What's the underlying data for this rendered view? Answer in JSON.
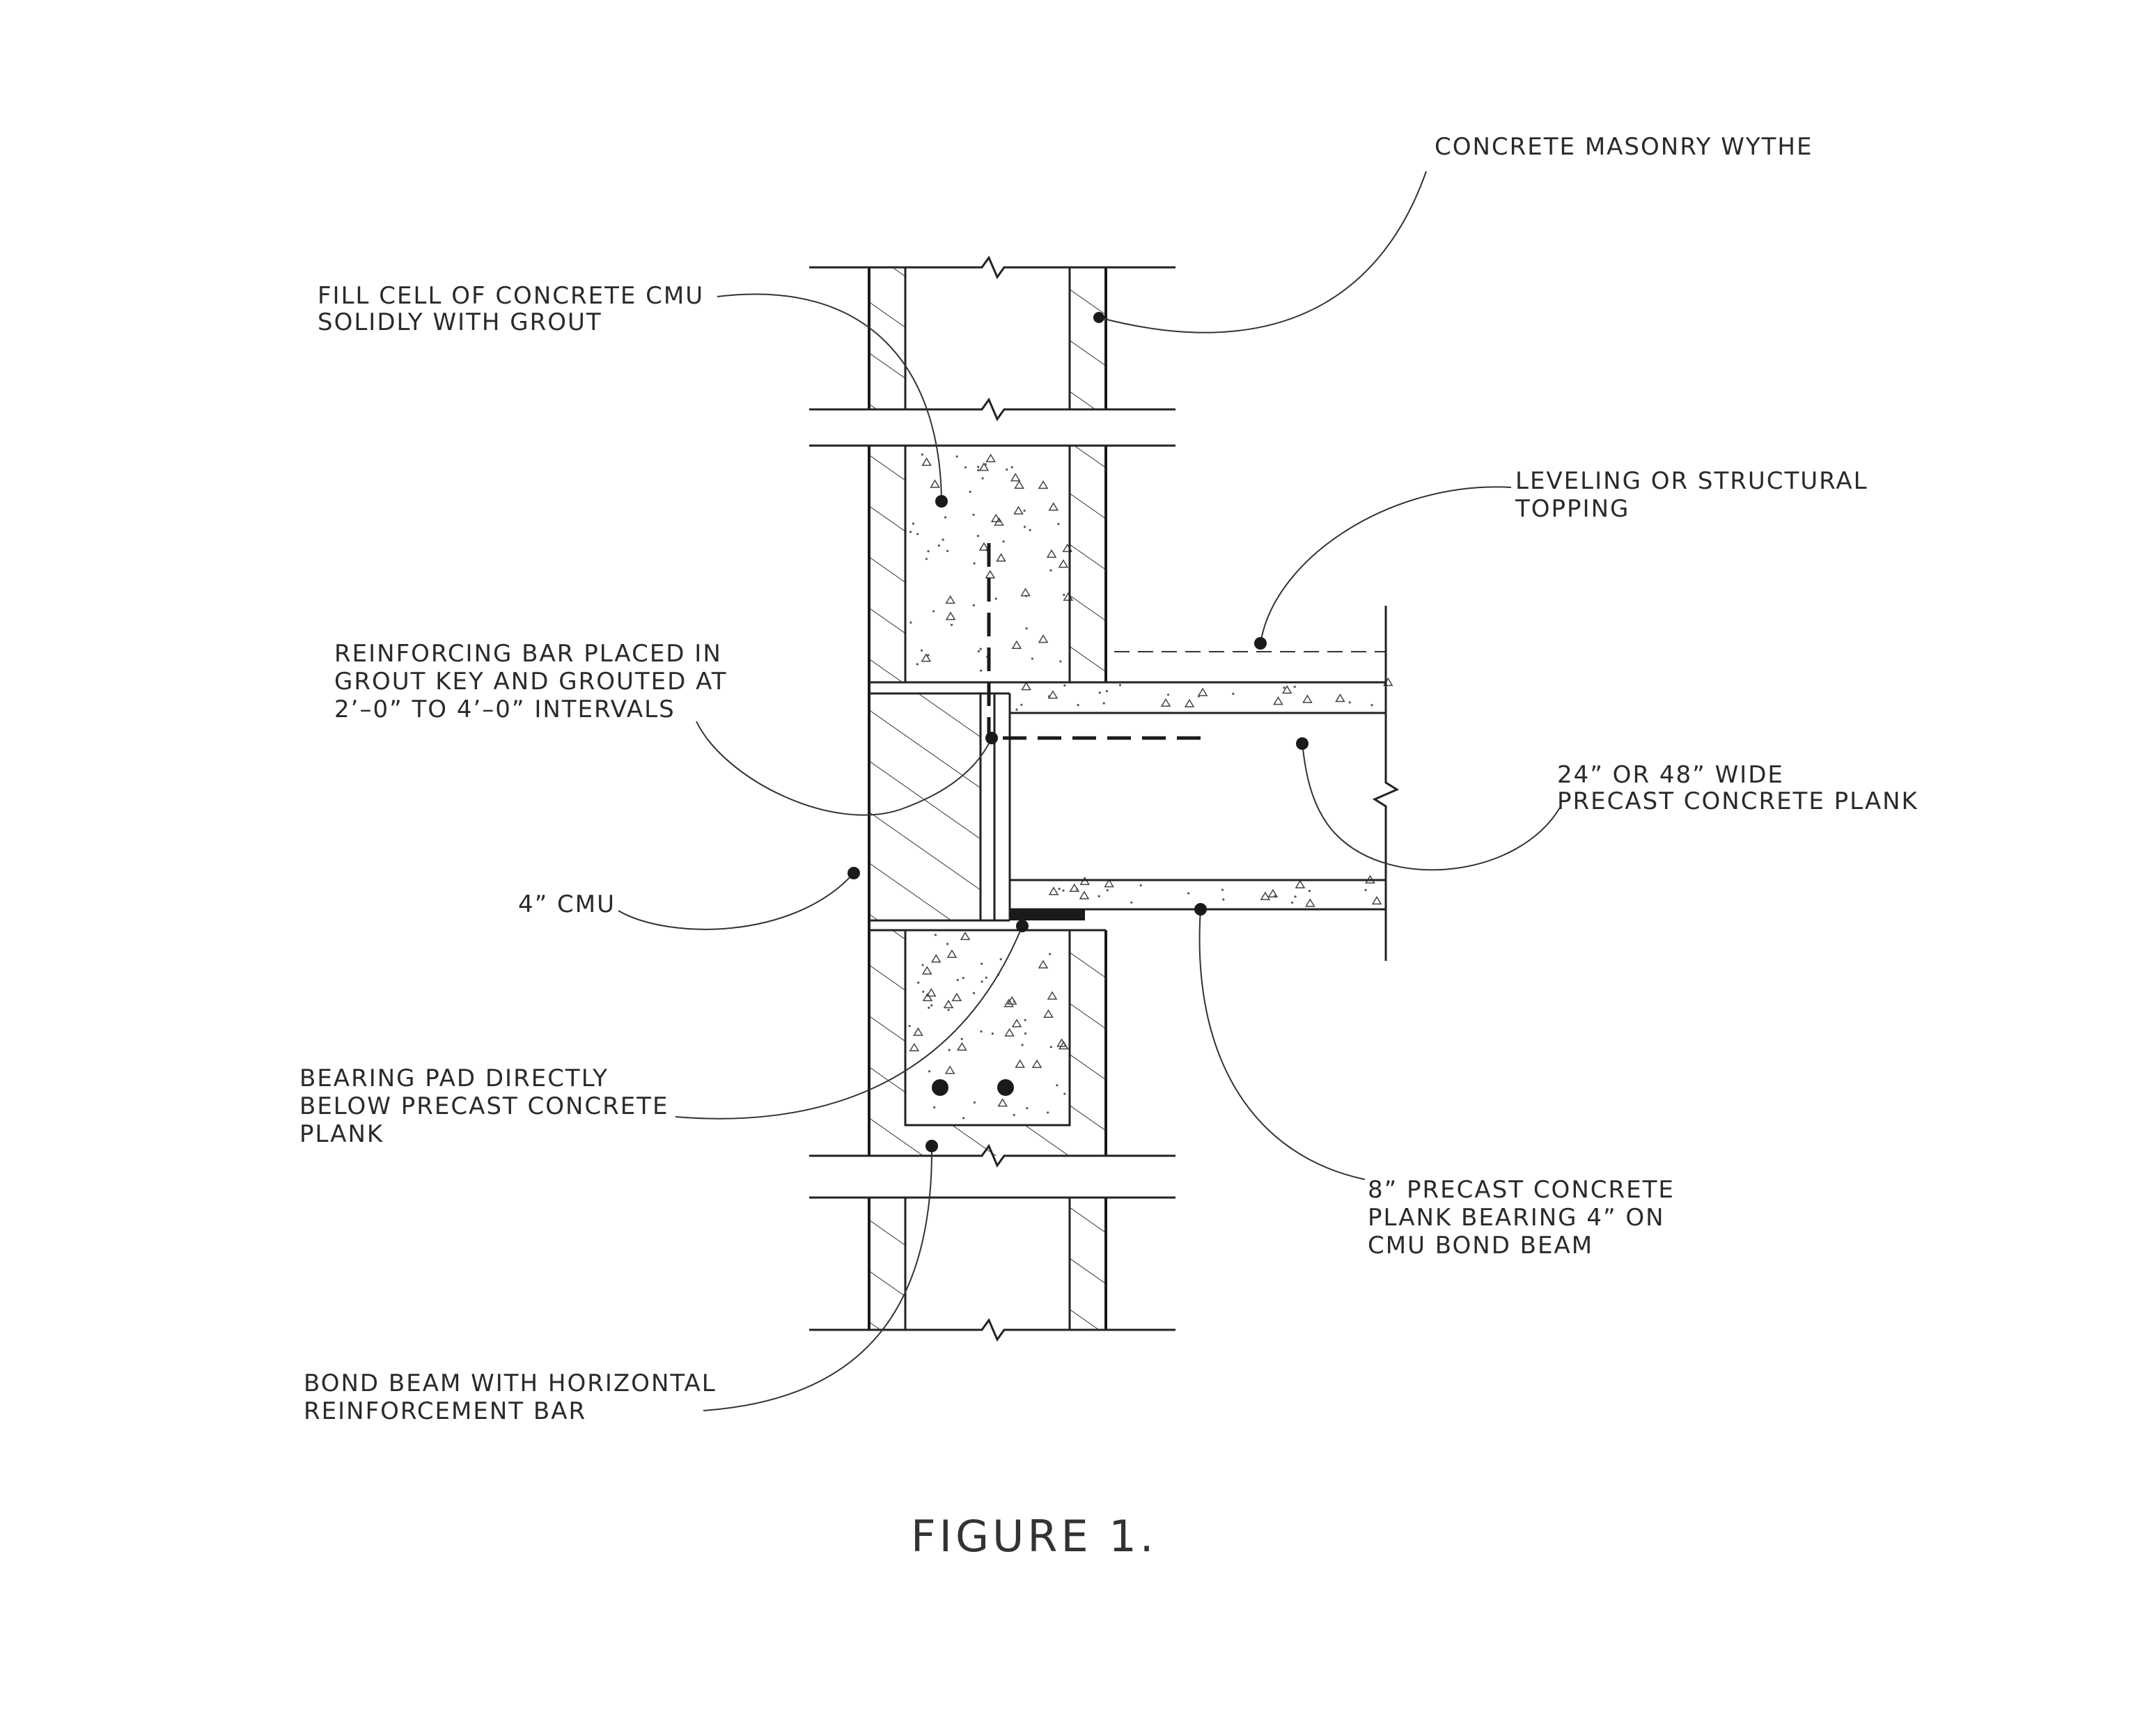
{
  "labels": {
    "masonry_wythe": [
      "CONCRETE MASONRY WYTHE"
    ],
    "fill_cell": [
      "FILL CELL OF CONCRETE CMU",
      "SOLIDLY WITH GROUT"
    ],
    "topping": [
      "LEVELING OR STRUCTURAL",
      "TOPPING"
    ],
    "reinforcing_bar": [
      "REINFORCING BAR PLACED IN",
      "GROUT KEY AND GROUTED AT",
      "2’–0” TO 4’–0” INTERVALS"
    ],
    "plank_width": [
      "24” OR 48” WIDE",
      "PRECAST CONCRETE PLANK"
    ],
    "cmu_4in": [
      "4” CMU"
    ],
    "bearing_pad": [
      "BEARING PAD DIRECTLY",
      "BELOW PRECAST CONCRETE",
      "PLANK"
    ],
    "plank_bearing": [
      "8” PRECAST CONCRETE",
      "PLANK BEARING 4” ON",
      "CMU BOND BEAM"
    ],
    "bond_beam": [
      "BOND BEAM WITH HORIZONTAL",
      "REINFORCEMENT BAR"
    ]
  },
  "caption": "FIGURE 1."
}
